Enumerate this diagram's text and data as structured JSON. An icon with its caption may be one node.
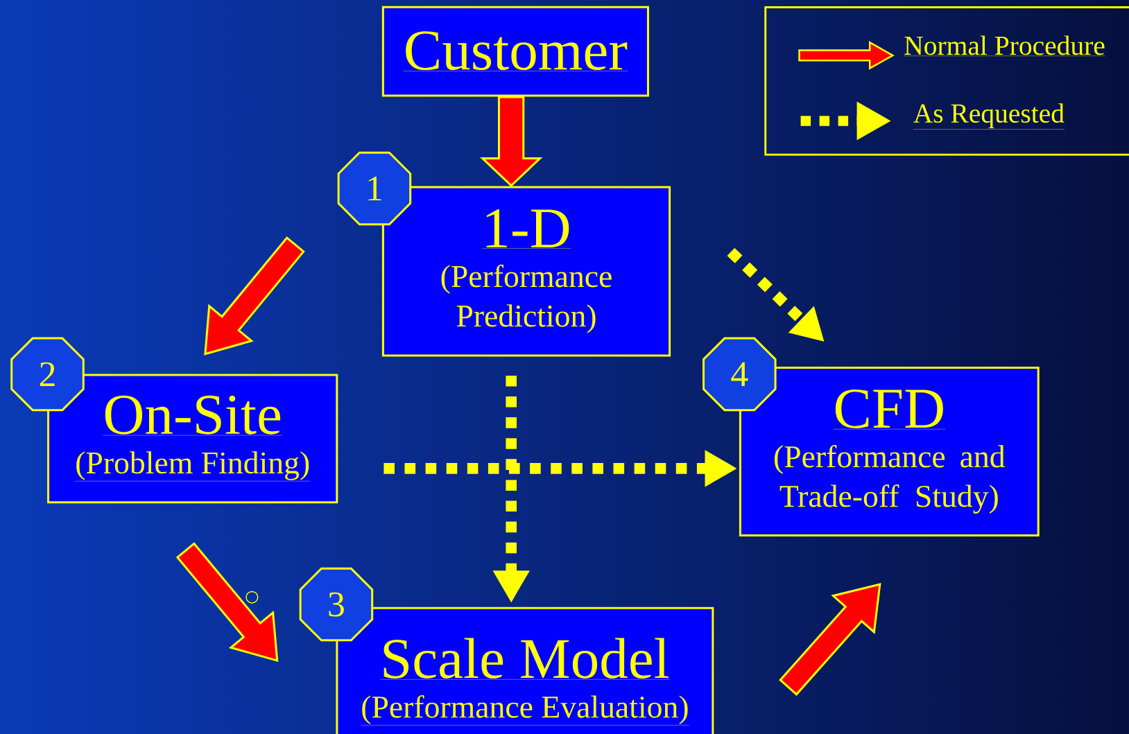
{
  "diagram": {
    "nodes": [
      {
        "text": [
          "Customer"
        ]
      },
      {
        "text": [
          "1"
        ]
      },
      {
        "text": [
          "1-D",
          "(Performance Prediction)"
        ]
      },
      {
        "text": [
          "2"
        ]
      },
      {
        "text": [
          "On-Site",
          "(Problem Finding)"
        ]
      },
      {
        "text": [
          "4"
        ]
      },
      {
        "text": [
          "CFD",
          "(Performance and Trade-off Study)"
        ]
      },
      {
        "text": [
          "3"
        ]
      },
      {
        "text": [
          "Scale Model",
          "(Performance Evaluation)"
        ]
      }
    ],
    "edges": [
      {
        "from": 0,
        "to": 2,
        "arrow": "to"
      },
      {
        "from": 2,
        "to": 4,
        "arrow": "to"
      },
      {
        "from": 4,
        "to": 8,
        "arrow": "to"
      },
      {
        "from": 8,
        "to": 6,
        "arrow": "to"
      },
      {
        "from": 2,
        "to": 6,
        "arrow": "to",
        "style": "dashed",
        "color": "#ffff00"
      },
      {
        "from": 2,
        "to": 8,
        "arrow": "to",
        "style": "dashed",
        "color": "#ffff00"
      },
      {
        "from": 4,
        "to": 6,
        "arrow": "to",
        "style": "dashed",
        "color": "#ffff00"
      }
    ],
    "legend": [
      {
        "text": "Normal Procedure"
      },
      {
        "text": "As Requested"
      }
    ]
  }
}
